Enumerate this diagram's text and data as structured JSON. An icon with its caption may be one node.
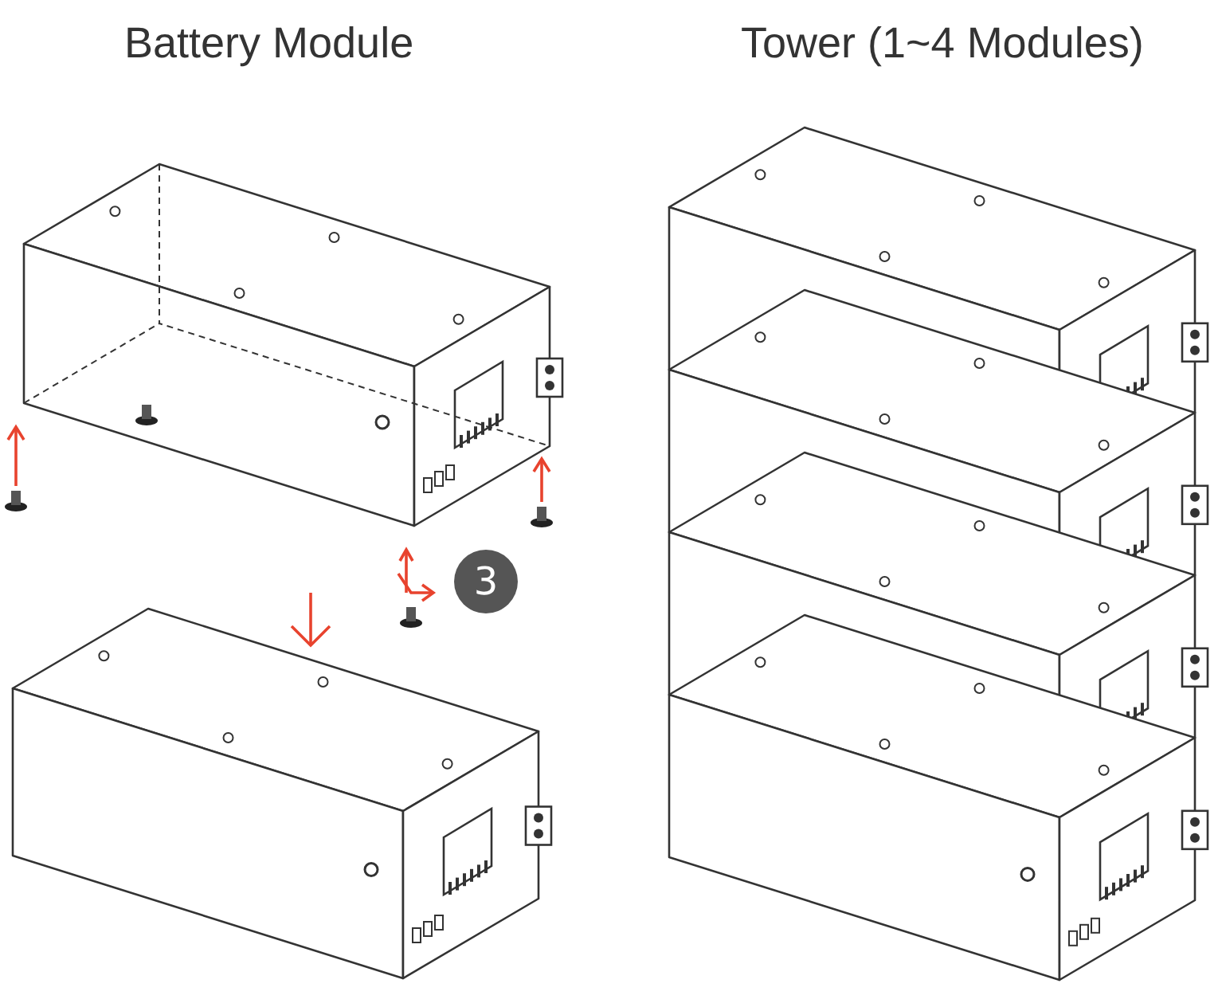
{
  "diagram": {
    "labels": [
      "Battery Module",
      "Tower (1~4 Modules)",
      "3"
    ]
  }
}
